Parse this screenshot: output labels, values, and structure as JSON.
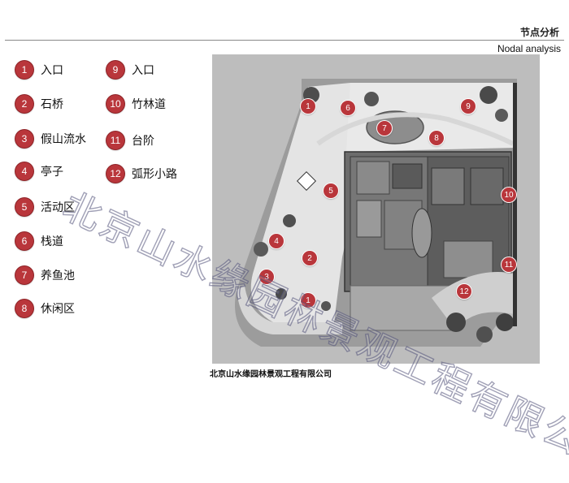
{
  "header": {
    "title_cn": "节点分析",
    "title_en": "Nodal analysis"
  },
  "legend": {
    "items": [
      {
        "num": "1",
        "label": "入口"
      },
      {
        "num": "2",
        "label": "石桥"
      },
      {
        "num": "3",
        "label": "假山流水"
      },
      {
        "num": "4",
        "label": "亭子"
      },
      {
        "num": "5",
        "label": "活动区"
      },
      {
        "num": "6",
        "label": "栈道"
      },
      {
        "num": "7",
        "label": "养鱼池"
      },
      {
        "num": "8",
        "label": "休闲区"
      },
      {
        "num": "9",
        "label": "入口"
      },
      {
        "num": "10",
        "label": "竹林道"
      },
      {
        "num": "11",
        "label": "台阶"
      },
      {
        "num": "12",
        "label": "弧形小路"
      }
    ]
  },
  "plan": {
    "markers": [
      "1",
      "6",
      "7",
      "9",
      "8",
      "5",
      "10",
      "4",
      "2",
      "3",
      "1",
      "11",
      "12"
    ],
    "accent_color": "#b9363b"
  },
  "watermark": "北京山水缘园林景观工程有限公司",
  "footer": "北京山水缘园林景观工程有限公司"
}
